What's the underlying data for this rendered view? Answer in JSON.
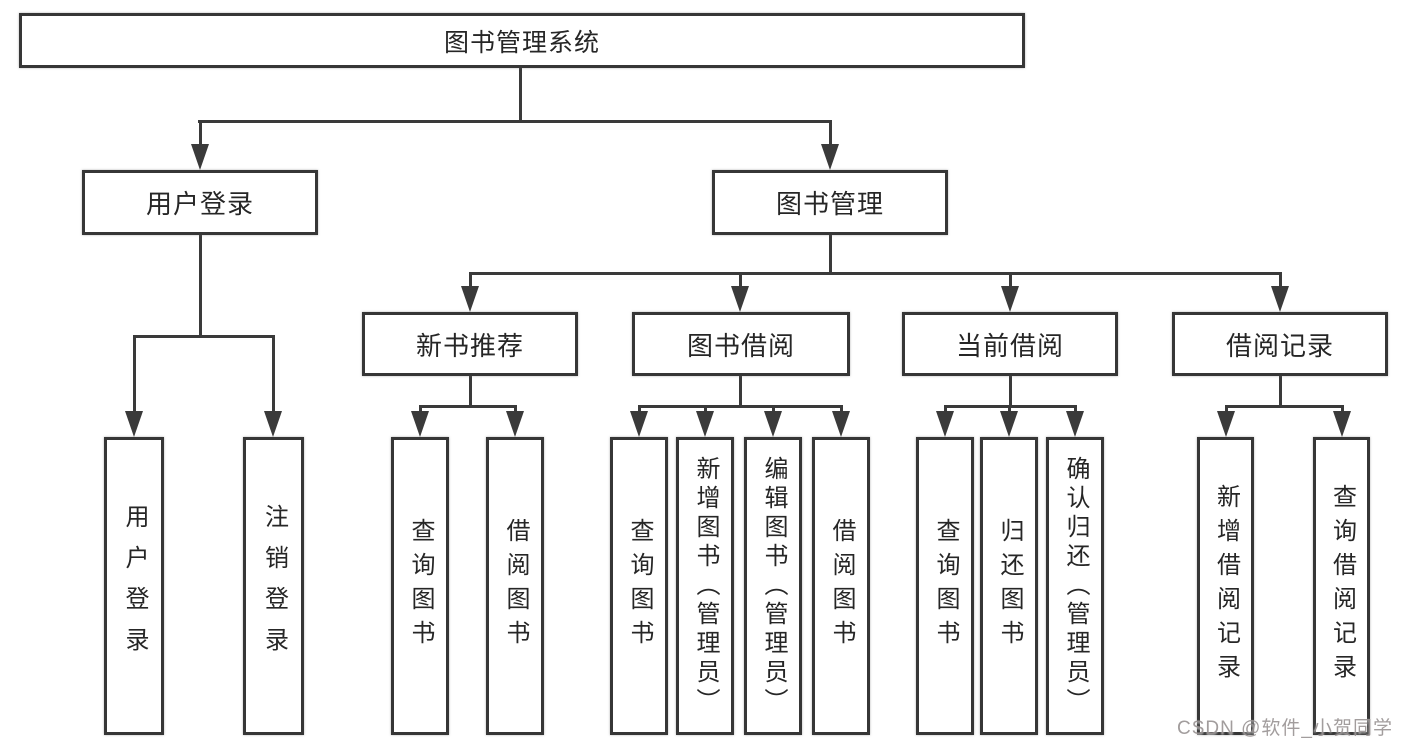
{
  "colors": {
    "line": "#3a3a3a",
    "box_border": "#363636",
    "box_background": "#ffffff",
    "text": "#262626",
    "watermark": "#9b9595"
  },
  "watermark": {
    "text": "CSDN @软件_小贺同学"
  },
  "tree": {
    "root": {
      "label": "图书管理系统"
    },
    "branches": [
      {
        "label": "用户登录",
        "leaves": [
          "用户登录",
          "注销登录"
        ]
      },
      {
        "label": "图书管理",
        "groups": [
          {
            "label": "新书推荐",
            "leaves": [
              "查询图书",
              "借阅图书"
            ]
          },
          {
            "label": "图书借阅",
            "leaves": [
              "查询图书",
              "新增图书（管理员）",
              "编辑图书（管理员）",
              "借阅图书"
            ]
          },
          {
            "label": "当前借阅",
            "leaves": [
              "查询图书",
              "归还图书",
              "确认归还（管理员）"
            ]
          },
          {
            "label": "借阅记录",
            "leaves": [
              "新增借阅记录",
              "查询借阅记录"
            ]
          }
        ]
      }
    ]
  }
}
